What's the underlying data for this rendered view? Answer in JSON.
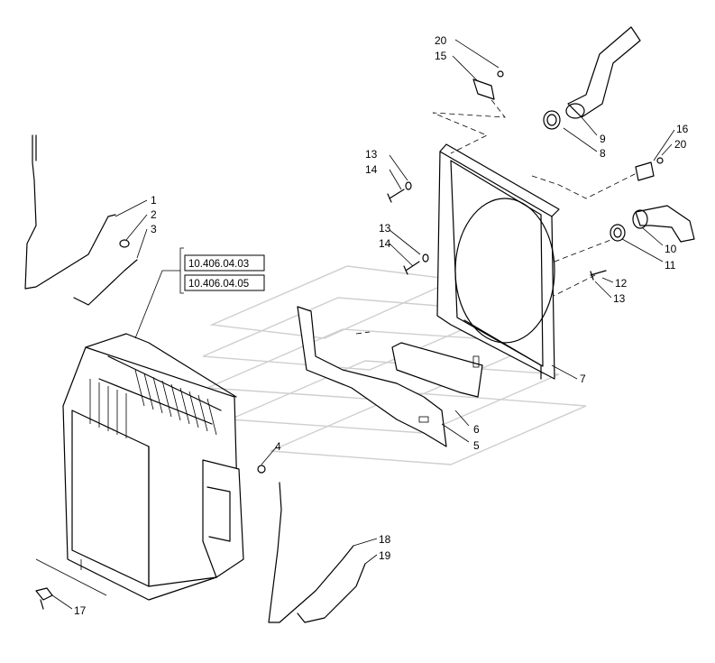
{
  "reference_labels": [
    "10.406.04.03",
    "10.406.04.05"
  ],
  "callouts": [
    "1",
    "2",
    "3",
    "4",
    "5",
    "6",
    "7",
    "8",
    "9",
    "10",
    "11",
    "12",
    "13",
    "13",
    "13",
    "14",
    "14",
    "15",
    "16",
    "17",
    "18",
    "19",
    "20",
    "20"
  ]
}
